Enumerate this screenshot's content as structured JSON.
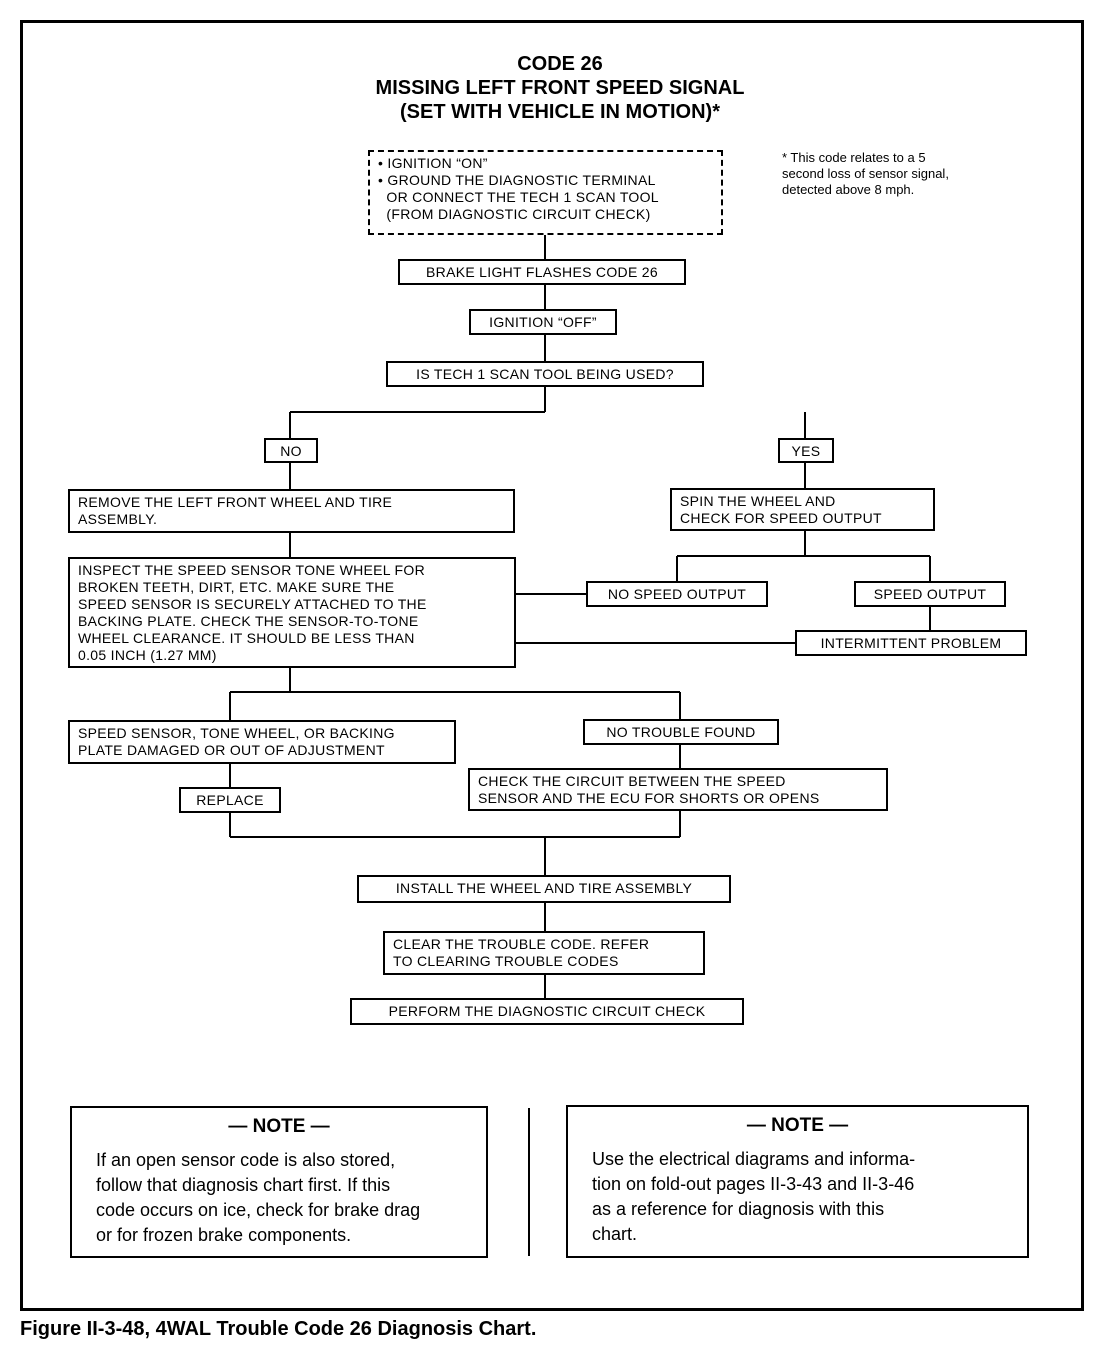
{
  "title": {
    "line1": "CODE 26",
    "line2": "MISSING LEFT FRONT SPEED SIGNAL",
    "line3": "(SET WITH VEHICLE IN MOTION)*"
  },
  "footnote": "* This code relates to a 5\nsecond loss of sensor signal,\ndetected above 8 mph.",
  "nodes": {
    "start": "• IGNITION “ON”\n• GROUND THE DIAGNOSTIC TERMINAL\n  OR CONNECT THE TECH 1 SCAN TOOL\n  (FROM DIAGNOSTIC CIRCUIT CHECK)",
    "brake_light": "BRAKE LIGHT FLASHES CODE 26",
    "ignition_off": "IGNITION “OFF”",
    "tech1_question": "IS TECH 1 SCAN TOOL BEING USED?",
    "no": "NO",
    "yes": "YES",
    "remove_wheel": "REMOVE THE LEFT FRONT WHEEL AND TIRE\nASSEMBLY.",
    "spin_wheel": "SPIN THE WHEEL AND\nCHECK FOR SPEED OUTPUT",
    "inspect_sensor": "INSPECT THE SPEED SENSOR TONE WHEEL FOR\nBROKEN TEETH, DIRT, ETC.  MAKE SURE THE\nSPEED SENSOR IS SECURELY ATTACHED TO THE\nBACKING PLATE.  CHECK THE SENSOR-TO-TONE\nWHEEL CLEARANCE. IT SHOULD BE LESS THAN\n0.05 INCH (1.27 MM)",
    "no_speed_output": "NO SPEED OUTPUT",
    "speed_output": "SPEED OUTPUT",
    "intermittent": "INTERMITTENT PROBLEM",
    "damaged": "SPEED SENSOR, TONE WHEEL, OR BACKING\nPLATE DAMAGED OR OUT OF ADJUSTMENT",
    "no_trouble": "NO TROUBLE FOUND",
    "check_circuit": "CHECK THE CIRCUIT BETWEEN THE SPEED\nSENSOR AND THE ECU FOR SHORTS OR OPENS",
    "replace": "REPLACE",
    "install_wheel": "INSTALL THE WHEEL AND TIRE ASSEMBLY",
    "clear_code": "CLEAR THE TROUBLE CODE.  REFER\nTO CLEARING TROUBLE CODES",
    "perform_check": "PERFORM THE DIAGNOSTIC CIRCUIT CHECK"
  },
  "notes": [
    {
      "heading": "— NOTE —",
      "body": "If an open sensor code is also stored,\nfollow that diagnosis chart first.  If this\ncode occurs on ice, check for brake drag\nor for frozen brake components."
    },
    {
      "heading": "— NOTE —",
      "body": "Use the electrical diagrams and informa-\ntion on fold-out pages II-3-43 and  II-3-46\nas a reference for diagnosis with this\nchart."
    }
  ],
  "caption": "Figure II-3-48, 4WAL Trouble Code 26 Diagnosis Chart."
}
